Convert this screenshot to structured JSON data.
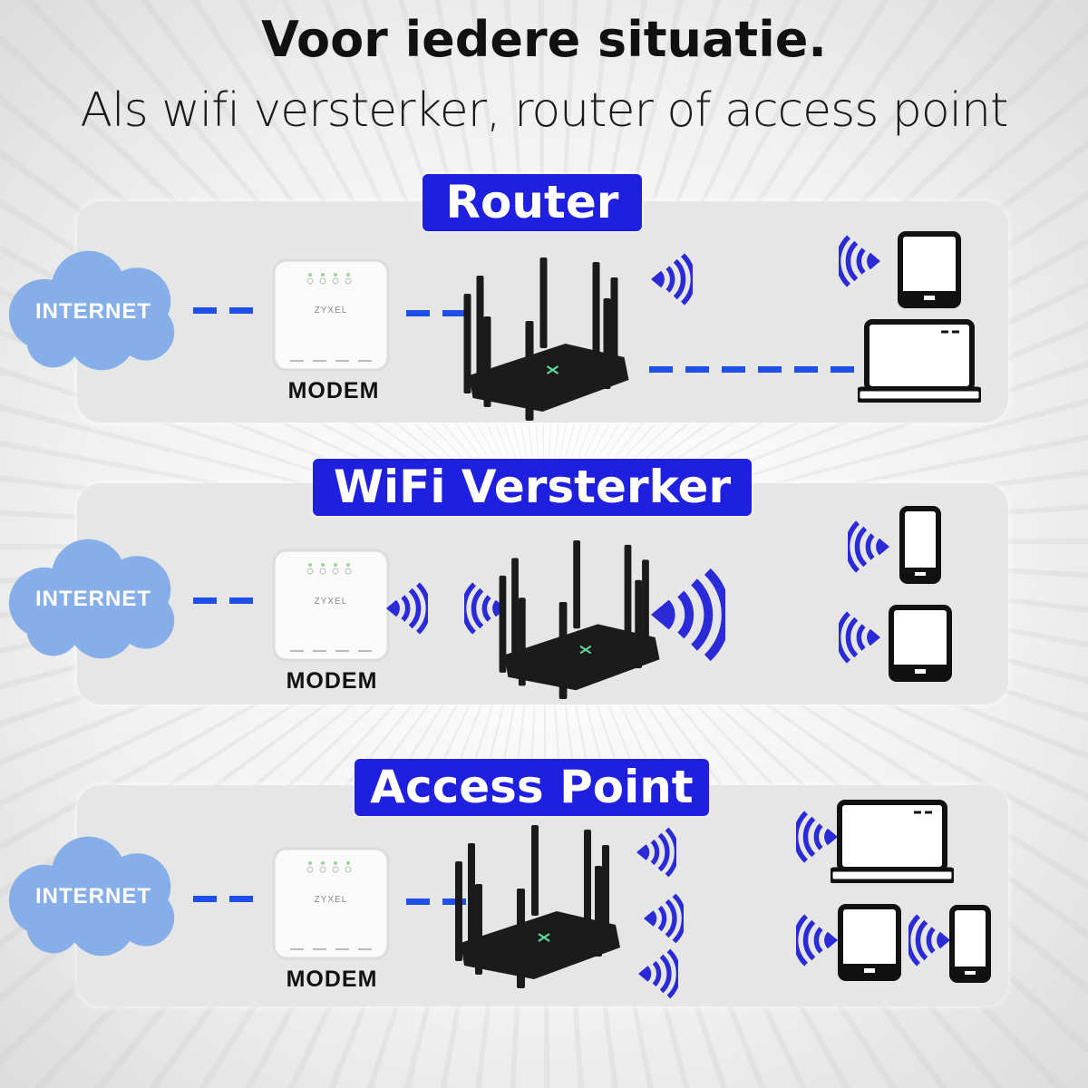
{
  "header": {
    "title": "Voor iedere situatie.",
    "subtitle": "Als wifi versterker, router of access point"
  },
  "colors": {
    "label_bg": "#1f1fe0",
    "wifi": "#2a2ad8",
    "dash": "#1e4fe6",
    "cloud": "#86aee9"
  },
  "sections": [
    {
      "label": "Router",
      "cloud": "INTERNET",
      "modem_brand": "ZYXEL",
      "modem_label": "MODEM"
    },
    {
      "label": "WiFi Versterker",
      "cloud": "INTERNET",
      "modem_brand": "ZYXEL",
      "modem_label": "MODEM"
    },
    {
      "label": "Access Point",
      "cloud": "INTERNET",
      "modem_brand": "ZYXEL",
      "modem_label": "MODEM"
    }
  ]
}
